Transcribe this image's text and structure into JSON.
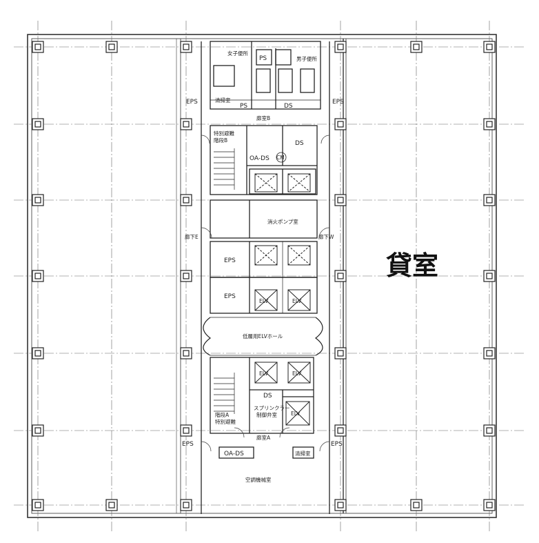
{
  "plan": {
    "tenant_label": "貸室",
    "rooms": {
      "womens_toilet": "女子便所",
      "mens_toilet": "男子便所",
      "ps_top": "PS",
      "ps_mid": "PS",
      "ds_top": "DS",
      "cleaning_room": "清掃室",
      "eps_top_left": "EPS",
      "eps_top_right": "EPS",
      "corridor_b": "廊室B",
      "stair_b": "特別避難\n階段B",
      "ds_b": "DS",
      "oa_ds_b": "OA-DS",
      "cm": "CM",
      "fire_pump": "消火ポンプ室",
      "corridor_e": "廊下E",
      "corridor_w": "廊下W",
      "eps_mid_1": "EPS",
      "eps_mid_2": "EPS",
      "elv_hall": "低層用ELVホール",
      "stair_a": "階段A\n特別避難",
      "ds_a": "DS",
      "sprinkler": "スプリンクラー\n制御弁室",
      "corridor_a": "廊室A",
      "eps_bottom_left": "EPS",
      "eps_bottom_right": "EPS",
      "oa_ds_a": "OA-DS",
      "cleaning_small": "清掃室",
      "ac_machine": "空調機械室",
      "elv": "ELV"
    }
  }
}
